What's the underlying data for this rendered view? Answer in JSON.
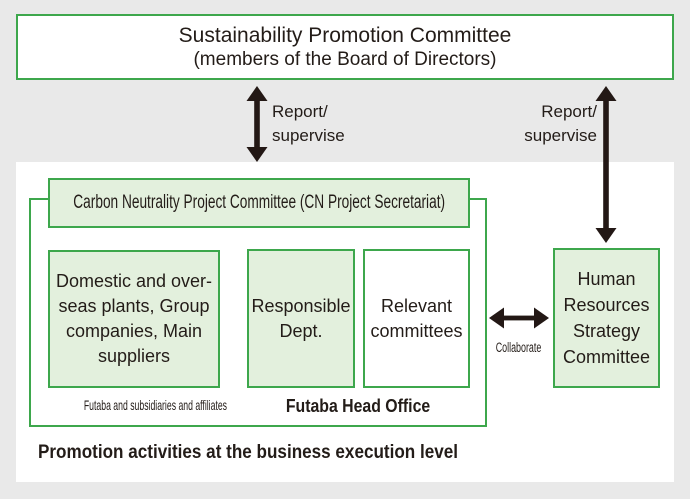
{
  "colors": {
    "background": "#e9e9e9",
    "panel": "#ffffff",
    "green_border": "#3da74c",
    "green_fill": "#e3f0dd",
    "text": "#231c18",
    "arrow": "#231815"
  },
  "top_committee": {
    "title": "Sustainability Promotion Committee",
    "subtitle": "(members of the Board of Directors)"
  },
  "labels": {
    "report_supervise_left": "Report/\nsupervise",
    "report_supervise_right": "Report/\nsupervise",
    "collaborate": "Collaborate",
    "footer": "Promotion activities at the business execution level"
  },
  "cn_committee": {
    "banner": "Carbon Neutrality Project Committee (CN Project Secretariat)",
    "plants_box": "Domestic and over-\nseas plants, Group\ncompanies, Main\nsuppliers",
    "plants_caption": "Futaba and subsidiaries and affiliates",
    "responsible_box": "Responsible\nDept.",
    "relevant_box": "Relevant\ncommittees",
    "head_office_caption": "Futaba Head Office"
  },
  "hr_committee": {
    "name": "Human\nResources\nStrategy\nCommittee"
  }
}
